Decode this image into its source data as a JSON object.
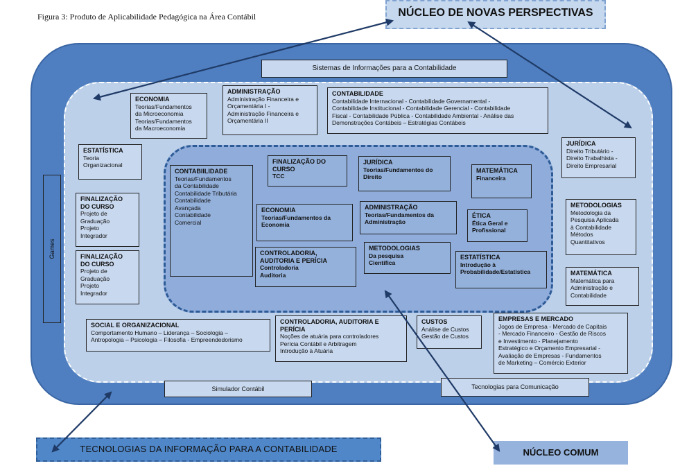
{
  "caption": "Figura 3: Produto de Aplicabilidade Pedagógica na Área Contábil",
  "nucleus_top": "NÚCLEO DE NOVAS PERSPECTIVAS",
  "tech_box": "TECNOLOGIAS DA INFORMAÇÃO PARA A CONTABILIDADE",
  "nucleo_comum": "NÚCLEO COMUM",
  "bars": {
    "sistemas": "Sistemas de Informações para a Contabilidade",
    "games": "Games",
    "simulador": "Simulador Contábil",
    "tecnologias": "Tecnologias para Comunicação"
  },
  "middle": {
    "economia": {
      "title": "ECONOMIA",
      "body": "Teorias/Fundamentos\nda Microeconomia\nTeorias/Fundamentos\nda Macroeconomia"
    },
    "administracao": {
      "title": "ADMINISTRAÇÃO",
      "body": "Administração Financeira e\nOrçamentária I -\nAdministração Financeira e\nOrçamentária II"
    },
    "contabilidade": {
      "title": "CONTABILIDADE",
      "body": "Contabilidade Internacional - Contabilidade Governamental -\nContabilidade Institucional - Contabilidade Gerencial - Contabilidade\nFiscal - Contabilidade Pública - Contabilidade Ambiental - Análise das\nDemonstrações Contábeis – Estratégias Contábeis"
    },
    "estatistica": {
      "title": "ESTATÍSTICA",
      "body": "Teoria\nOrganizacional"
    },
    "finalizacao1": {
      "title": "FINALIZAÇÃO\nDO CURSO",
      "body": "Projeto de\nGraduação\nProjeto\nIntegrador"
    },
    "finalizacao2": {
      "title": "FINALIZAÇÃO\nDO CURSO",
      "body": "Projeto de\nGraduação\nProjeto\nIntegrador"
    },
    "juridica": {
      "title": "JURÍDICA",
      "body": "Direito Tributário -\nDireito Trabalhista -\nDireito Empresarial"
    },
    "metodologias": {
      "title": "METODOLOGIAS",
      "body": "Metodologia da\nPesquisa Aplicada\nà Contabilidade\nMétodos\nQuantitativos"
    },
    "matematica": {
      "title": "MATEMÁTICA",
      "body": "Matemática para\nAdministração e\nContabilidade"
    },
    "social": {
      "title": "SOCIAL E ORGANIZACIONAL",
      "body": "Comportamento Humano – Liderança – Sociologia –\nAntropologia – Psicologia – Filosofia - Empreendedorismo"
    },
    "controladoria": {
      "title": "CONTROLADORIA,   AUDITORIA   E\nPERÍCIA",
      "body": "Noções de atuária para controladores\nPerícia Contábil e Arbitragem\nIntrodução à Atuária"
    },
    "custos": {
      "title": "CUSTOS",
      "body": "Análise de Custos\nGestão de Custos"
    },
    "empresas": {
      "title": "EMPRESAS E MERCADO",
      "body": "Jogos de Empresa - Mercado de Capitais\n- Mercado Financeiro - Gestão de Riscos\ne Investimento - Planejamento\nEstratégico e Orçamento Empresarial -\nAvaliação de Empresas - Fundamentos\nde Marketing – Comércio Exterior"
    }
  },
  "inner": {
    "contabilidade": {
      "title": "CONTABIILIDADE",
      "body": "Teorias/Fundamentos\nda Contabilidade\nContabilidade Tributária\nContabilidade\nAvançada\nContabilidade\nComercial"
    },
    "finalizacao": {
      "title": "FINALIZAÇÃO DO\nCURSO",
      "body": "TCC"
    },
    "juridica": {
      "title": "JURÍDICA",
      "body": "Teorias/Fundamentos do\nDireito"
    },
    "matematica": {
      "title": "MATEMÁTICA",
      "body": "Financeira"
    },
    "economia": {
      "title": "ECONOMIA",
      "body": "Teorias/Fundamentos da\nEconomia"
    },
    "administracao": {
      "title": "ADMINISTRAÇÃO",
      "body": "Teorias/Fundamentos da\nAdministração"
    },
    "etica": {
      "title": "ÉTICA",
      "body": "Ética Geral e\nProfissional"
    },
    "controladoria": {
      "title": "CONTROLADORIA,\nAUDITORIA E PERÍCIA",
      "body": "Controladoria\nAuditoria"
    },
    "metodologias": {
      "title": "METODOLOGIAS",
      "body": "Da pesquisa\nCientífica"
    },
    "estatistica": {
      "title": "ESTATÍSTICA",
      "body": "Introdução à\nProbabilidade/Estatística"
    }
  },
  "colors": {
    "outer": "#4f7fc0",
    "middle": "#bcd0ea",
    "inner": "#8facda",
    "arrow": "#1f3a66"
  }
}
